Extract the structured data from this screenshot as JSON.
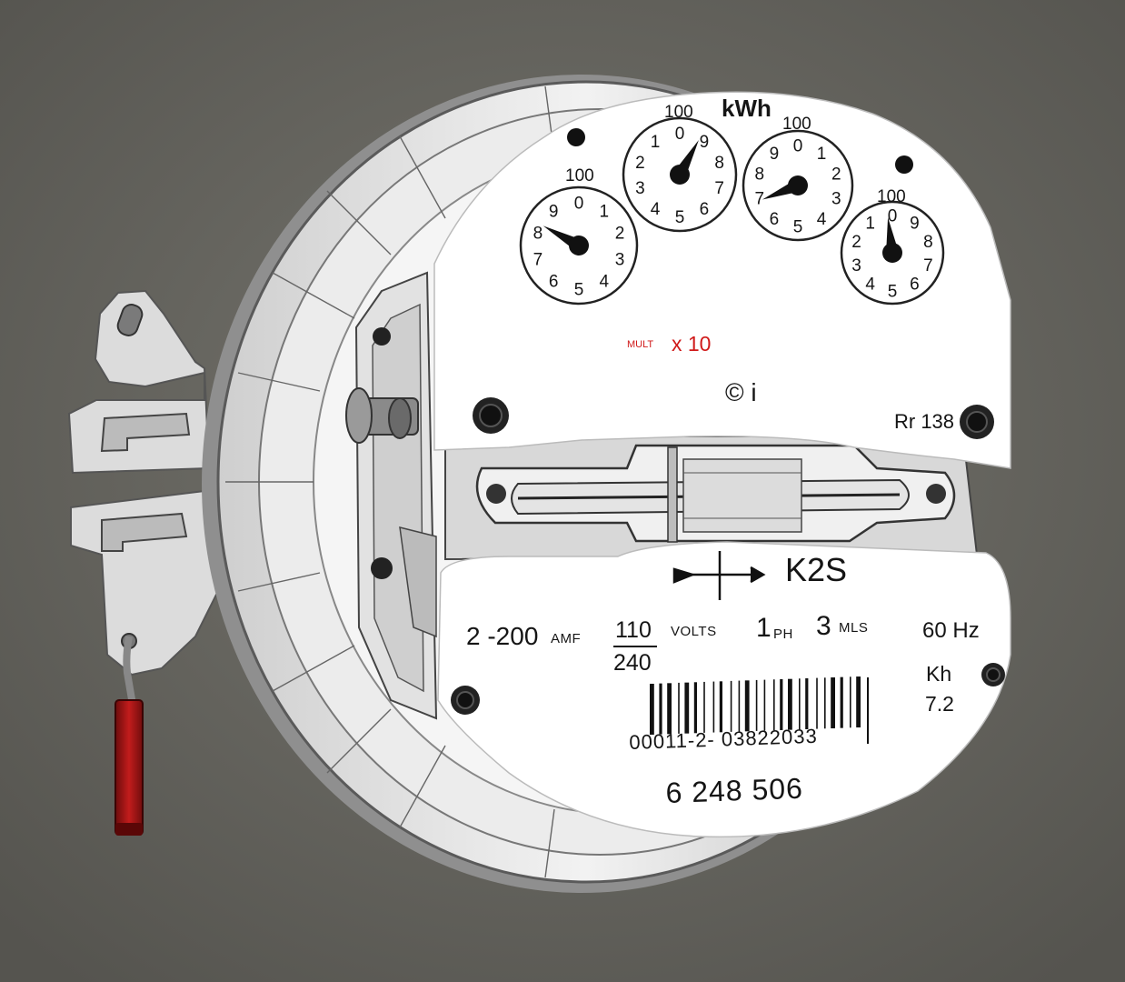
{
  "colors": {
    "wall": "#6b6a67",
    "faceplate": "#ffffff",
    "handle": "#a41515",
    "multiplier_text": "#d01a1a"
  },
  "top_plate": {
    "unit": "kWh",
    "dials": [
      {
        "label": "100",
        "numbers": [
          "0",
          "1",
          "2",
          "3",
          "4",
          "5",
          "6",
          "7",
          "8",
          "9"
        ],
        "reading": 8.3
      },
      {
        "label": "100",
        "numbers": [
          "0",
          "1",
          "2",
          "3",
          "4",
          "5",
          "6",
          "7",
          "8",
          "9"
        ],
        "reading": 9.2
      },
      {
        "label": "100",
        "numbers": [
          "0",
          "1",
          "2",
          "3",
          "4",
          "5",
          "6",
          "7",
          "8",
          "9"
        ],
        "reading": 6.9
      },
      {
        "label": "100",
        "numbers": [
          "0",
          "1",
          "2",
          "3",
          "4",
          "5",
          "6",
          "7",
          "8",
          "9"
        ],
        "reading": 0.2
      }
    ],
    "mult_prefix": "MULT",
    "mult_value": "x 10",
    "maker_mark": "© i",
    "register_ratio": "Rr 138"
  },
  "bottom_plate": {
    "type_code": "K2S",
    "amps_value": "2 -200",
    "amps_unit": "AMF",
    "volts_top": "110",
    "volts_bottom": "240",
    "volts_unit": "VOLTS",
    "phase_value": "1",
    "phase_unit": "PH",
    "wire_value": "3",
    "wire_unit": "MLS",
    "frequency": "60 Hz",
    "kh_label": "Kh",
    "kh_value": "7.2",
    "barcode_number": "00011-2- 03822033",
    "serial_number": "6 248 506"
  },
  "icons": [
    "direction-arrow-icon",
    "barcode-icon",
    "screw-icon"
  ]
}
